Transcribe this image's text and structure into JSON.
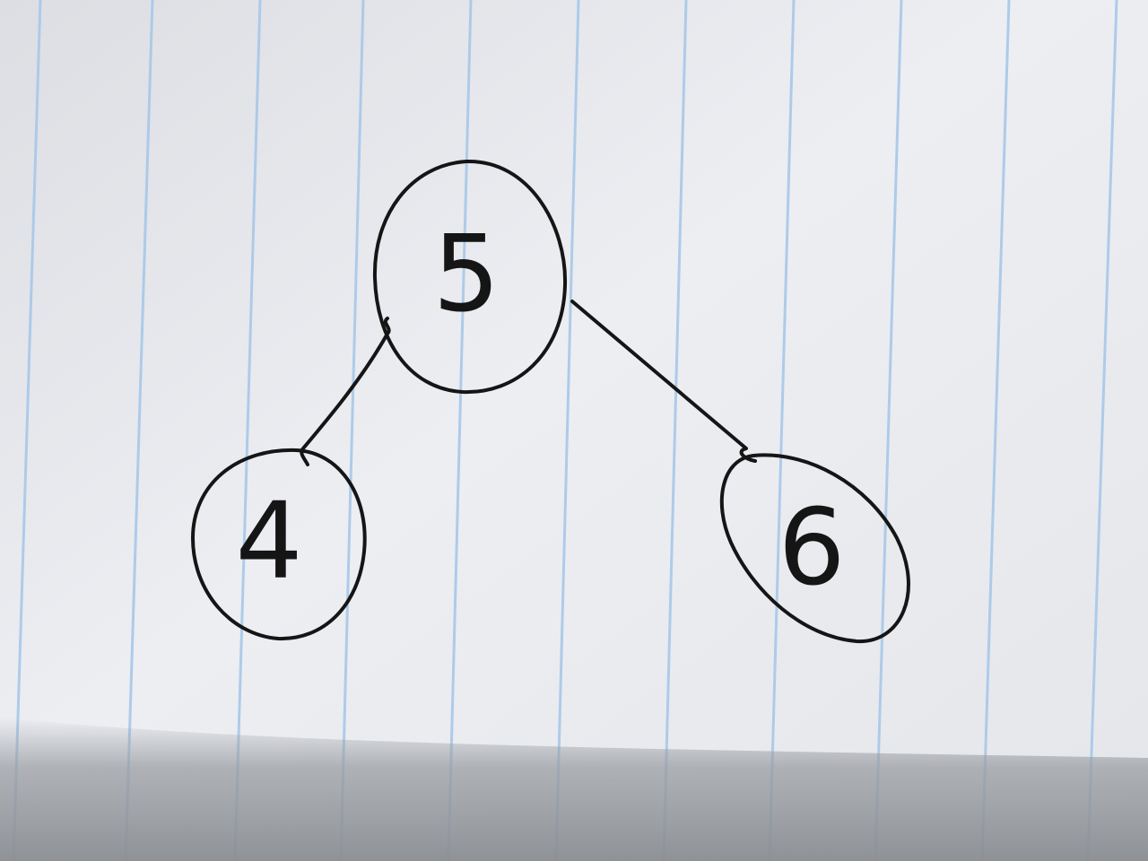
{
  "diagram": {
    "type": "binary-tree",
    "nodes": [
      {
        "id": "root",
        "label": "5"
      },
      {
        "id": "left",
        "label": "4"
      },
      {
        "id": "right",
        "label": "6"
      }
    ],
    "edges": [
      {
        "from": "root",
        "to": "left"
      },
      {
        "from": "root",
        "to": "right"
      }
    ]
  },
  "colors": {
    "paper": "#e6e8ec",
    "rule_line": "#9fc3e6",
    "ink": "#151515",
    "shadow": "#8e9196"
  }
}
